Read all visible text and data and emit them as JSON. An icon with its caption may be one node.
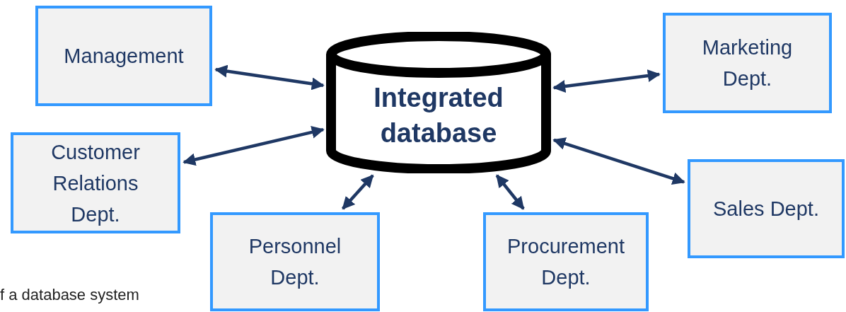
{
  "diagram": {
    "nodes": [
      {
        "text": [
          "Management"
        ]
      },
      {
        "text": [
          "Integrated database"
        ]
      },
      {
        "text": [
          "Marketing Dept."
        ]
      },
      {
        "text": [
          "Customer Relations Dept."
        ]
      },
      {
        "text": [
          "Sales Dept."
        ]
      },
      {
        "text": [
          "Personnel Dept."
        ]
      },
      {
        "text": [
          "Procurement Dept."
        ]
      }
    ],
    "edges": [
      {
        "from": 0,
        "to": 1,
        "arrow": "both"
      },
      {
        "from": 2,
        "to": 1,
        "arrow": "both"
      },
      {
        "from": 3,
        "to": 1,
        "arrow": "both"
      },
      {
        "from": 4,
        "to": 1,
        "arrow": "both"
      },
      {
        "from": 5,
        "to": 1,
        "arrow": "both"
      },
      {
        "from": 6,
        "to": 1,
        "arrow": "both"
      }
    ],
    "labels": [
      "f a database system"
    ]
  }
}
